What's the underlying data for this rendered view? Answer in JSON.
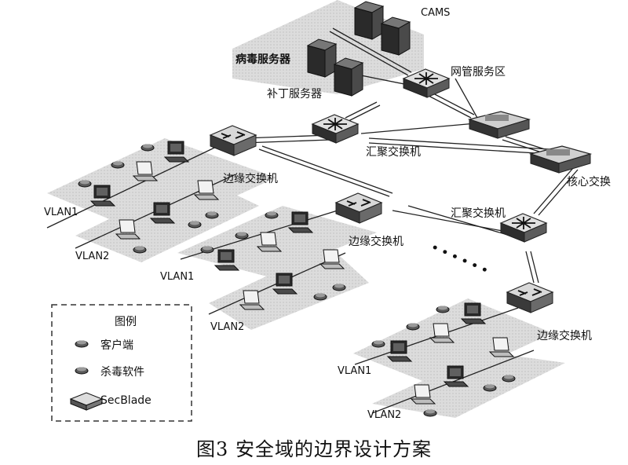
{
  "labels": {
    "cams": "CAMS",
    "virus_server": "病毒服务器",
    "patch_server": "补丁服务器",
    "mgmt_zone": "网管服务区",
    "agg_switch_1": "汇聚交换机",
    "agg_switch_2": "汇聚交换机",
    "edge_switch_1": "边缘交换机",
    "edge_switch_2": "边缘交换机",
    "edge_switch_3": "边缘交换机",
    "core_switch": "核心交换",
    "vlan1_a": "VLAN1",
    "vlan2_a": "VLAN2",
    "vlan1_b": "VLAN1",
    "vlan2_b": "VLAN2",
    "vlan1_c": "VLAN1",
    "vlan2_c": "VLAN2",
    "ellipsis": "• • • • • •"
  },
  "legend": {
    "title": "图例",
    "items": [
      "客户端",
      "杀毒软件",
      "SecBlade"
    ]
  },
  "caption": "图3   安全域的边界设计方案"
}
